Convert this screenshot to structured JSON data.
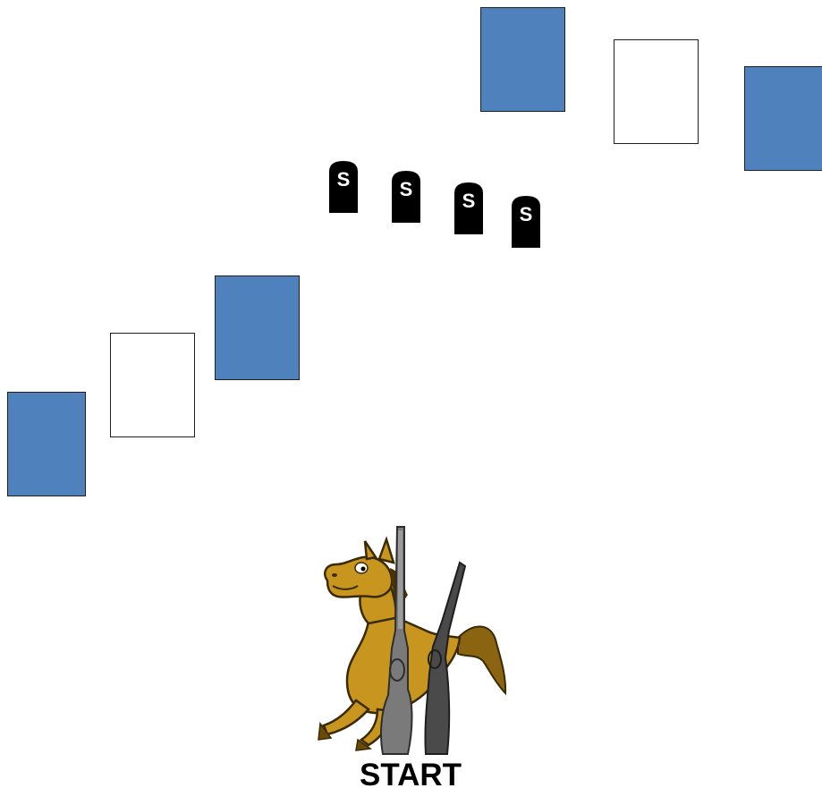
{
  "colors": {
    "target_blue": "#4f81bd",
    "target_white": "#ffffff",
    "outline": "#1f1f1f",
    "tombstone": "#000000",
    "horse": "#b8860b",
    "rifle": "#6e6e6e"
  },
  "targets": [
    {
      "name": "target-blue-1",
      "fill": "blue"
    },
    {
      "name": "target-white-1",
      "fill": "white"
    },
    {
      "name": "target-blue-2",
      "fill": "blue"
    },
    {
      "name": "target-blue-3",
      "fill": "blue"
    },
    {
      "name": "target-white-2",
      "fill": "white"
    },
    {
      "name": "target-blue-4",
      "fill": "blue"
    }
  ],
  "tombstones": [
    {
      "letter": "S"
    },
    {
      "letter": "S"
    },
    {
      "letter": "S"
    },
    {
      "letter": "S"
    }
  ],
  "start": {
    "icon": "horse-with-rifles-icon",
    "label": "START"
  }
}
